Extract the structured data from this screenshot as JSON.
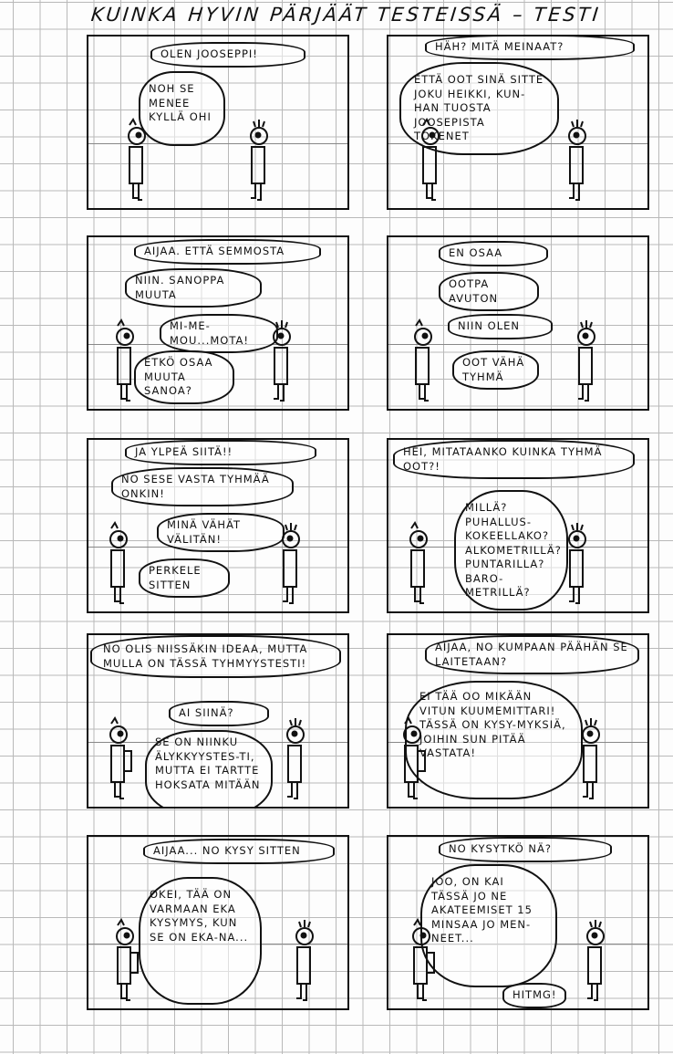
{
  "title": "KUINKA HYVIN PÄRJÄÄT TESTEISSÄ – TESTI",
  "panels": [
    {
      "bubbles": [
        "OLEN JOOSEPPI!",
        "NOH SE MENEE KYLLÄ OHI"
      ]
    },
    {
      "bubbles": [
        "HÄH? MITÄ MEINAAT?",
        "ETTÄ OOT SINÄ SITTE JOKU HEIKKI, KUN-HAN TUOSTA JOOSEPISTA TOKENET"
      ]
    },
    {
      "bubbles": [
        "AIJAA. ETTÄ SEMMOSTA",
        "NIIN. SANOPPA MUUTA",
        "MI-ME-MOU...MOTA!",
        "ETKÖ OSAA MUUTA SANOA?"
      ]
    },
    {
      "bubbles": [
        "EN OSAA",
        "OOTPA AVUTON",
        "NIIN OLEN",
        "OOT VÄHÄ TYHMÄ"
      ]
    },
    {
      "bubbles": [
        "JA YLPEÄ SIITÄ!!",
        "NO SESE VASTA TYHMÄÄ ONKIN!",
        "MINÄ VÄHÄT VÄLITÄN!",
        "PERKELE SITTEN"
      ]
    },
    {
      "bubbles": [
        "HEI, MITATAANKO KUINKA TYHMÄ OOT?!",
        "MILLÄ? PUHALLUS-KOKEELLAKO? ALKOMETRILLÄ? PUNTARILLA? BARO-METRILLÄ?"
      ]
    },
    {
      "bubbles": [
        "NO OLIS NIISSÄKIN IDEAA, MUTTA MULLA ON TÄSSÄ TYHMYYSTESTI!",
        "AI SIINÄ?",
        "SE ON NIINKU ÄLYKKYYSTES-TI, MUTTA EI TARTTE HOKSATA MITÄÄN"
      ]
    },
    {
      "bubbles": [
        "AIJAA, NO KUMPAAN PÄÄHÄN SE LAITETAAN?",
        "EI TÄÄ OO MIKÄÄN VITUN KUUMEMITTARI! TÄSSÄ ON KYSY-MYKSIÄ, JOIHIN SUN PITÄÄ VASTATA!"
      ]
    },
    {
      "bubbles": [
        "AIJAA... NO KYSY SITTEN",
        "OKEI, TÄÄ ON VARMAAN EKA KYSYMYS, KUN SE ON EKA-NA..."
      ]
    },
    {
      "bubbles": [
        "NO KYSYTKÖ NÄ?",
        "JOO, ON KAI TÄSSÄ JO NE AKATEEMISET 15 MINSAA JO MEN-NEET...",
        "HITMG!"
      ]
    }
  ]
}
